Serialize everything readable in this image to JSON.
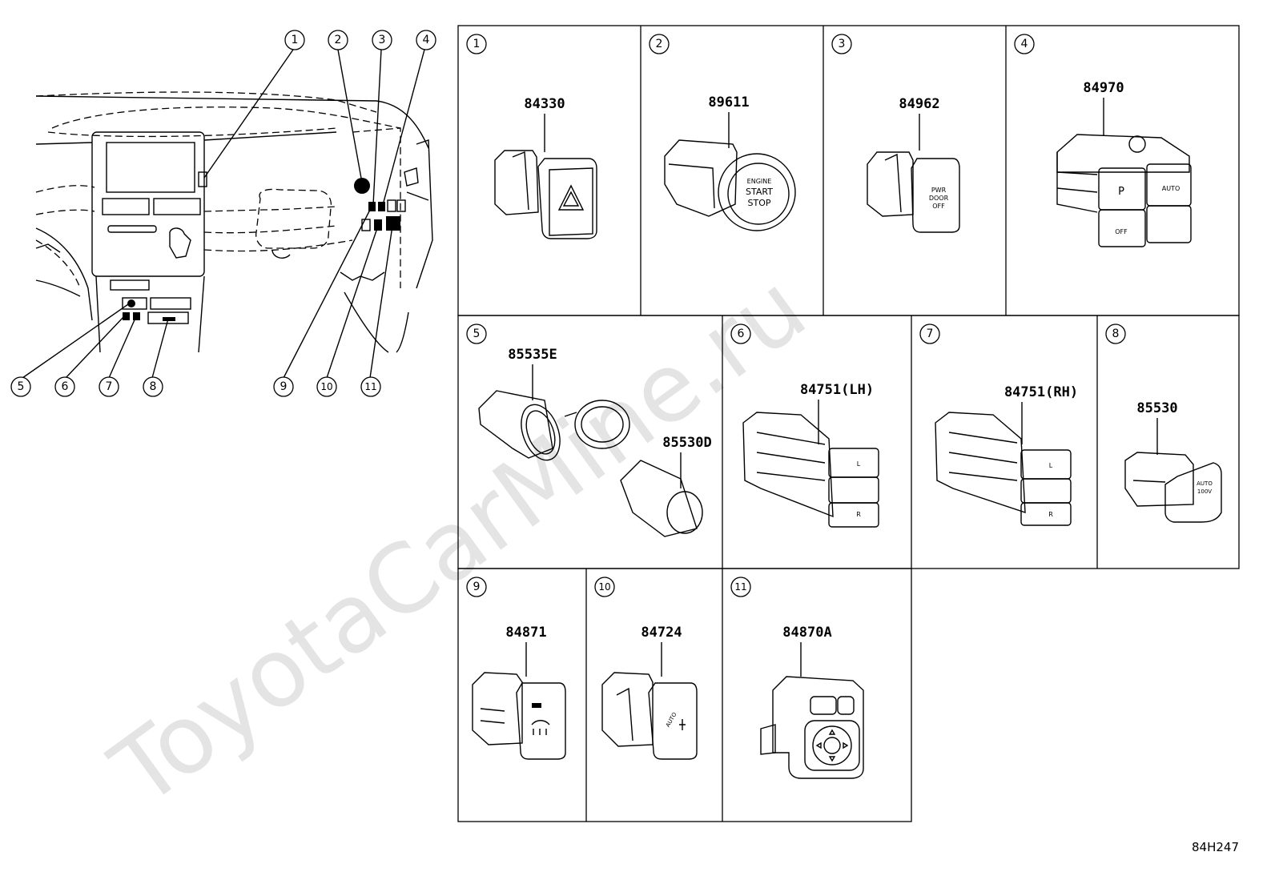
{
  "watermark": "ToyotaCarMine.ru",
  "figure_ref": "84H247",
  "overview_callouts": [
    "1",
    "2",
    "3",
    "4",
    "5",
    "6",
    "7",
    "8",
    "9",
    "10",
    "11"
  ],
  "panels": [
    {
      "num": "1",
      "parts": [
        "84330"
      ]
    },
    {
      "num": "2",
      "parts": [
        "89611"
      ],
      "labels": [
        "ENGINE",
        "START",
        "STOP"
      ]
    },
    {
      "num": "3",
      "parts": [
        "84962"
      ],
      "labels": [
        "PWR",
        "DOOR",
        "OFF"
      ]
    },
    {
      "num": "4",
      "parts": [
        "84970"
      ],
      "labels": [
        "P",
        "AUTO",
        "OFF"
      ]
    },
    {
      "num": "5",
      "parts": [
        "85535E",
        "85530D"
      ]
    },
    {
      "num": "6",
      "parts": [
        "84751(LH)"
      ],
      "labels": [
        "L",
        "R"
      ]
    },
    {
      "num": "7",
      "parts": [
        "84751(RH)"
      ],
      "labels": [
        "L",
        "R"
      ]
    },
    {
      "num": "8",
      "parts": [
        "85530"
      ],
      "labels": [
        "AUTO",
        "100V"
      ]
    },
    {
      "num": "9",
      "parts": [
        "84871"
      ]
    },
    {
      "num": "10",
      "parts": [
        "84724"
      ],
      "labels": [
        "AUTO"
      ]
    },
    {
      "num": "11",
      "parts": [
        "84870A"
      ]
    }
  ]
}
